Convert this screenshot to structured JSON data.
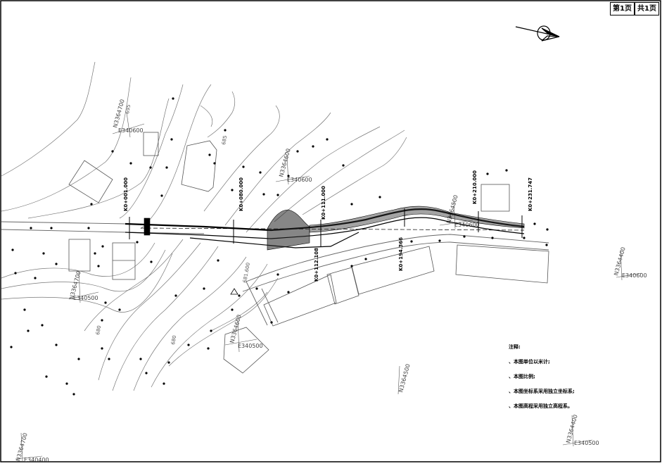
{
  "title_block": {
    "page_current": "第1页",
    "page_total": "共1页"
  },
  "grid_labels": [
    "N3364700",
    "E340600",
    "N3364600",
    "E340600",
    "N3364500",
    "E340600",
    "N3364400",
    "E340600",
    "N3364700",
    "E340500",
    "N3364600",
    "E340500",
    "N3364500",
    "N3364400",
    "E340500",
    "N3364700",
    "E340400"
  ],
  "contour_labels": [
    "695",
    "685",
    "680",
    "680",
    "681.600"
  ],
  "stations": {
    "left_end": "K0+001.000",
    "center": "K0+111.000",
    "right_end": "K0+231.747",
    "s1": "K0+080.000",
    "s2": "K0+112.108",
    "s3": "K0+194.366",
    "s4": "K0+210.000"
  },
  "notes": {
    "heading": "注释:",
    "items": [
      "、本图单位以米计;",
      "、本图比例;",
      "、本图坐标系采用独立坐标系;",
      "、本图高程采用独立高程系。"
    ]
  }
}
